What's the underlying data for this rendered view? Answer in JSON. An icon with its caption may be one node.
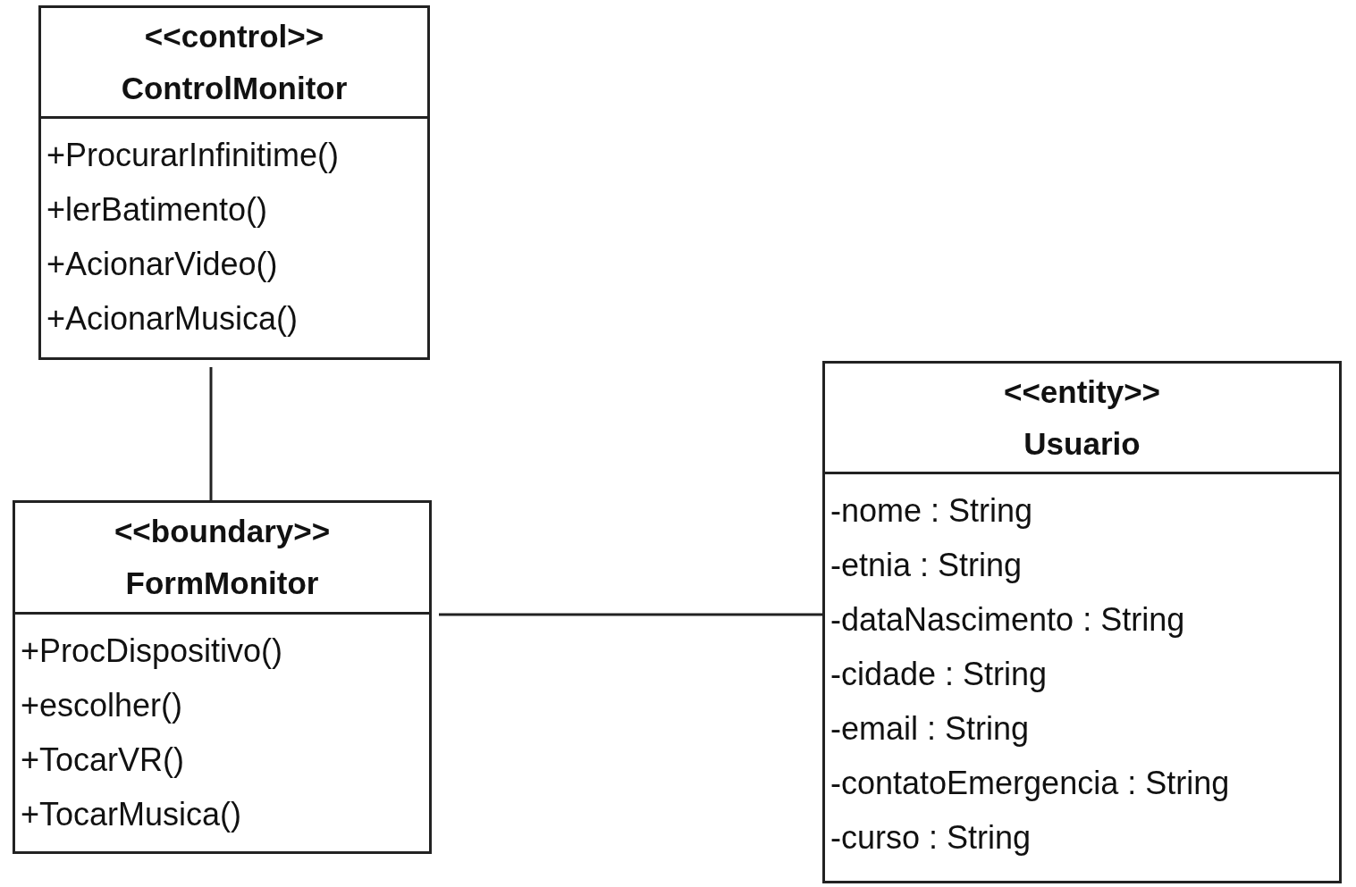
{
  "diagram": {
    "nodes": [
      {
        "text": [
          "<<control>>",
          "ControlMonitor",
          "+ProcurarInfinitime()",
          "+lerBatimento()",
          "+AcionarVideo()",
          "+AcionarMusica()"
        ]
      },
      {
        "text": [
          "<<boundary>>",
          "FormMonitor",
          "+ProcDispositivo()",
          "+escolher()",
          "+TocarVR()",
          "+TocarMusica()"
        ]
      },
      {
        "text": [
          "<<entity>>",
          "Usuario",
          "-nome : String",
          "-etnia : String",
          "-dataNascimento : String",
          "-cidade : String",
          "-email : String",
          "-contatoEmergencia : String",
          "-curso : String"
        ]
      }
    ],
    "edges": [
      {
        "from": 0,
        "to": 1,
        "arrow": "none"
      },
      {
        "from": 1,
        "to": 2,
        "arrow": "none"
      }
    ]
  }
}
